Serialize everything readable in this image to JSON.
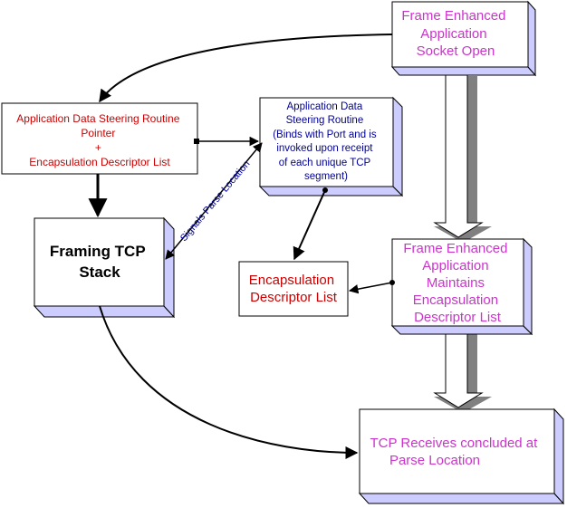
{
  "colors": {
    "magenta": "#cc33cc",
    "red": "#cc0000",
    "blue": "#000099",
    "black": "#000000",
    "shadow": "#ccccff",
    "box_border": "#000000",
    "big_arrow_fill": "#ffffff",
    "big_arrow_shadow": "#808080"
  },
  "boxes": {
    "frame_open": [
      "Frame Enhanced",
      "Application",
      "Socket Open"
    ],
    "steering_pointer": [
      "Application Data Steering Routine",
      "Pointer",
      "+",
      "Encapsulation Descriptor List"
    ],
    "steering_routine": [
      "Application Data",
      "Steering Routine",
      "(Binds with Port and is",
      "invoked upon receipt",
      "of each unique TCP",
      "segment)"
    ],
    "framing_stack": [
      "Framing TCP",
      "Stack"
    ],
    "encap_list": [
      "Encapsulation",
      "Descriptor List"
    ],
    "maintains": [
      "Frame Enhanced",
      "Application",
      "Maintains",
      "Encapsulation",
      "Descriptor List"
    ],
    "receives": [
      "TCP Receives concluded at",
      "Parse Location"
    ]
  },
  "connector_labels": {
    "signals": "Signals Parse Location"
  }
}
